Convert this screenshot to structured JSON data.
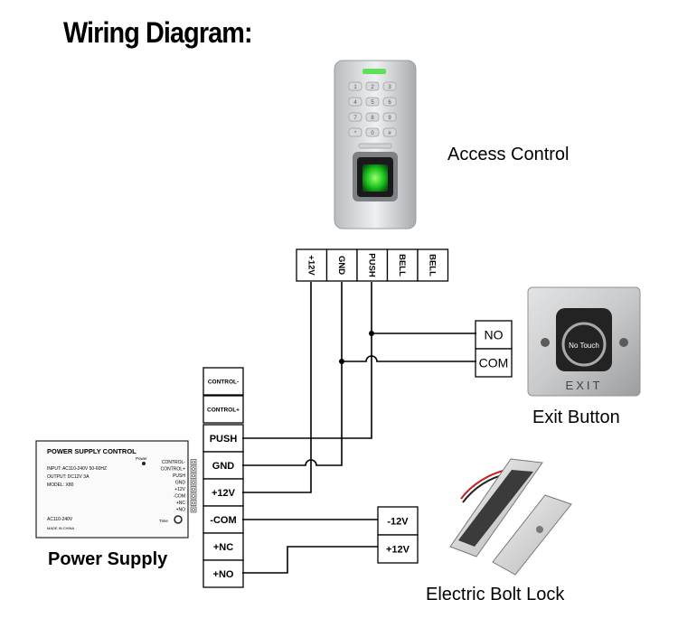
{
  "title": "Wiring Diagram:",
  "devices": {
    "access_control": {
      "label": "Access Control",
      "keys": [
        "1",
        "2",
        "3",
        "4",
        "5",
        "6",
        "7",
        "8",
        "9",
        "*",
        "0",
        "#"
      ]
    },
    "exit_button": {
      "label": "Exit Button",
      "face_text": "No Touch",
      "plate_text": "EXIT"
    },
    "bolt_lock": {
      "label": "Electric Bolt Lock"
    },
    "power_supply": {
      "label": "Power Supply",
      "unit_title": "POWER SUPPLY CONTROL",
      "unit_input": "INPUT: AC110-240V  50-60HZ",
      "unit_output": "OUTPUT: DC12V 3A",
      "unit_model": "MODEL: X80",
      "unit_power": "Power",
      "unit_ac": "AC110-240V",
      "unit_made": "MADE IN CHINA",
      "unit_time": "Time",
      "unit_terminals": [
        "CONTROL-",
        "CONTROL+",
        "PUSH",
        "GND",
        "+12V",
        "-COM",
        "+NC",
        "+NO"
      ]
    }
  },
  "access_terminals": [
    "+12V",
    "GND",
    "PUSH",
    "BELL",
    "BELL"
  ],
  "exit_terminals": [
    "NO",
    "COM"
  ],
  "lock_terminals": [
    "-12V",
    "+12V"
  ],
  "psu_terminals": [
    "CONTROL-",
    "CONTROL+",
    "PUSH",
    "GND",
    "+12V",
    "-COM",
    "+NC",
    "+NO"
  ]
}
